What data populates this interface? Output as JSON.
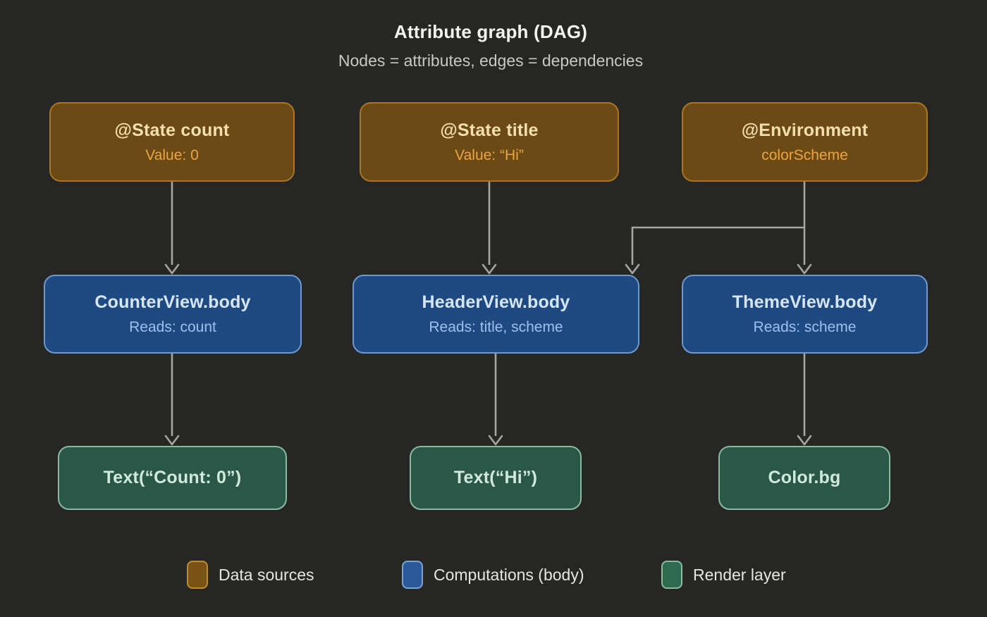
{
  "header": {
    "title": "Attribute graph (DAG)",
    "subtitle": "Nodes = attributes, edges = dependencies"
  },
  "nodes": {
    "state_count": {
      "title": "@State count",
      "subtitle": "Value: 0"
    },
    "state_title": {
      "title": "@State title",
      "subtitle": "Value: “Hi”"
    },
    "environment": {
      "title": "@Environment",
      "subtitle": "colorScheme"
    },
    "counter_view": {
      "title": "CounterView.body",
      "subtitle": "Reads: count"
    },
    "header_view": {
      "title": "HeaderView.body",
      "subtitle": "Reads: title, scheme"
    },
    "theme_view": {
      "title": "ThemeView.body",
      "subtitle": "Reads: scheme"
    },
    "text_count": {
      "title": "Text(“Count: 0”)"
    },
    "text_hi": {
      "title": "Text(“Hi”)"
    },
    "color_bg": {
      "title": "Color.bg"
    }
  },
  "legend": {
    "items": [
      {
        "label": "Data sources",
        "fill": "#7a5316",
        "border": "#bd8a31"
      },
      {
        "label": "Computations (body)",
        "fill": "#2b5898",
        "border": "#7aa3d8"
      },
      {
        "label": "Render layer",
        "fill": "#2e6a50",
        "border": "#8cbd9f"
      }
    ]
  },
  "colors": {
    "background": "#262624",
    "edge": "#a6a5a1",
    "data_source_fill": "#6b4a15",
    "data_source_border": "#aa7524",
    "computation_fill": "#1f4a81",
    "computation_border": "#6d99cf",
    "render_fill": "#2a5747",
    "render_border": "#8abb9c"
  }
}
